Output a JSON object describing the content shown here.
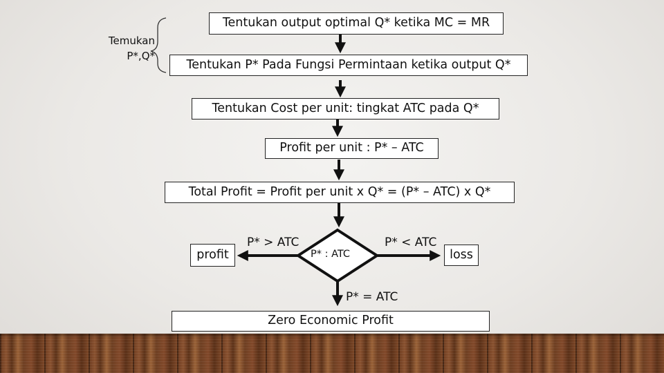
{
  "side_label": {
    "line1": "Temukan",
    "line2": "P*,Q*"
  },
  "steps": {
    "step1": "Tentukan output optimal Q* ketika MC = MR",
    "step2": "Tentukan P* Pada Fungsi Permintaan ketika output  Q*",
    "step3": "Tentukan Cost per unit: tingkat  ATC pada Q*",
    "step4": "Profit per unit : P* – ATC",
    "step5": "Total Profit  = Profit per unit x Q* =  (P* – ATC) x Q*"
  },
  "decision": {
    "label": "P* : ATC",
    "left_condition": "P* > ATC",
    "right_condition": "P* < ATC",
    "down_condition": "P* = ATC"
  },
  "outcomes": {
    "profit": "profit",
    "loss": "loss",
    "zero": "Zero Economic Profit"
  }
}
